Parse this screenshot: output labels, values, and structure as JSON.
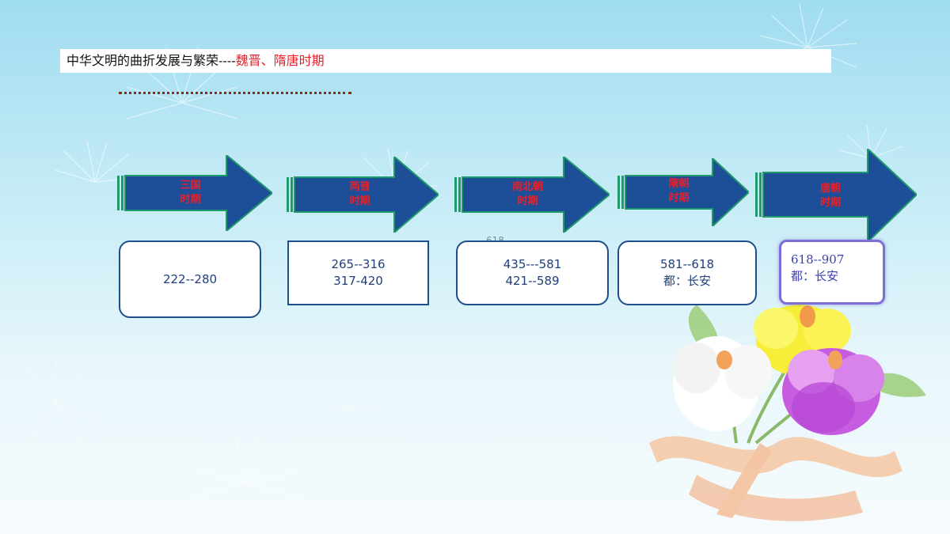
{
  "title": {
    "prefix": "中华文明的曲折发展与繁荣----",
    "highlight": "魏晋、隋唐时期"
  },
  "colors": {
    "arrow_fill": "#1c4f97",
    "arrow_stripe": "#1f9a6a",
    "label_red": "#e8202a",
    "box_border": "#1f4e8c",
    "box_border_active": "#7d6fd6"
  },
  "stray_text": "618",
  "timeline": [
    {
      "line1": "三国",
      "line2": "时期",
      "dates": [
        "222--280"
      ]
    },
    {
      "line1": "两晋",
      "line2": "时期",
      "dates": [
        "265--316",
        "317-420"
      ]
    },
    {
      "line1": "南北朝",
      "line2": "时期",
      "dates": [
        "435---581",
        "421--589"
      ]
    },
    {
      "line1": "隋朝",
      "line2": "时期",
      "dates": [
        "581--618",
        "都：长安"
      ]
    },
    {
      "line1": "唐朝",
      "line2": "时期",
      "dates": [
        "618--907",
        "都：长安"
      ]
    }
  ]
}
